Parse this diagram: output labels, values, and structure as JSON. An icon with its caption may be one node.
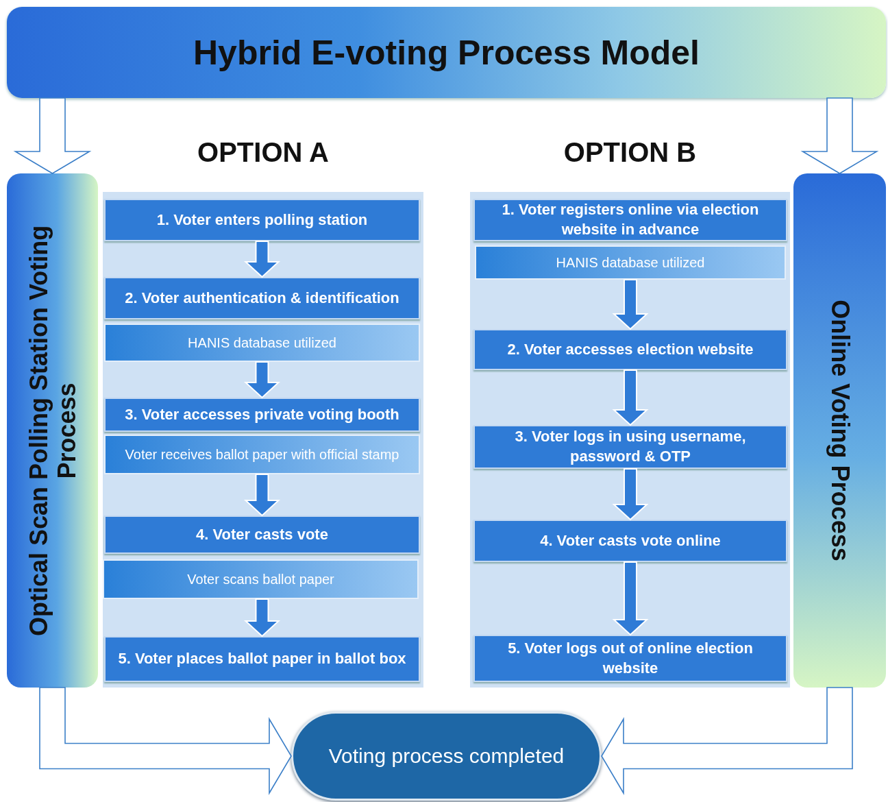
{
  "diagram": {
    "nodes": [
      {
        "text": [
          "Hybrid E-voting Process Model"
        ]
      },
      {
        "text": [
          "Optical Scan Polling Station Voting Process"
        ]
      },
      {
        "text": [
          "Online Voting Process"
        ]
      },
      {
        "text": [
          "OPTION A"
        ]
      },
      {
        "text": [
          "1. Voter enters polling station"
        ],
        "in": 3
      },
      {
        "text": [
          "2. Voter authentication & identification"
        ],
        "in": 3
      },
      {
        "text": [
          "HANIS database utilized"
        ],
        "in": 3
      },
      {
        "text": [
          "3. Voter accesses private voting booth"
        ],
        "in": 3
      },
      {
        "text": [
          "Voter receives ballot paper with official stamp"
        ],
        "in": 3
      },
      {
        "text": [
          "4. Voter casts vote"
        ],
        "in": 3
      },
      {
        "text": [
          "Voter scans ballot paper"
        ],
        "in": 3
      },
      {
        "text": [
          "5. Voter places ballot paper in ballot box"
        ],
        "in": 3
      },
      {
        "text": [
          "OPTION B"
        ]
      },
      {
        "text": [
          "1. Voter registers online via election website in advance"
        ],
        "in": 12
      },
      {
        "text": [
          "HANIS database utilized"
        ],
        "in": 12
      },
      {
        "text": [
          "2. Voter accesses election website"
        ],
        "in": 12
      },
      {
        "text": [
          "3. Voter logs in using username, password & OTP"
        ],
        "in": 12
      },
      {
        "text": [
          "4. Voter casts vote online"
        ],
        "in": 12
      },
      {
        "text": [
          "5. Voter logs out of online election website"
        ],
        "in": 12
      },
      {
        "text": [
          "Voting process completed"
        ]
      }
    ],
    "edges": [
      {
        "from": 0,
        "to": 1,
        "arrow": "to"
      },
      {
        "from": 0,
        "to": 2,
        "arrow": "to"
      },
      {
        "from": 4,
        "to": 5,
        "arrow": "to"
      },
      {
        "from": 6,
        "to": 7,
        "arrow": "to"
      },
      {
        "from": 8,
        "to": 9,
        "arrow": "to"
      },
      {
        "from": 10,
        "to": 11,
        "arrow": "to"
      },
      {
        "from": 14,
        "to": 15,
        "arrow": "to"
      },
      {
        "from": 15,
        "to": 16,
        "arrow": "to"
      },
      {
        "from": 16,
        "to": 17,
        "arrow": "to"
      },
      {
        "from": 17,
        "to": 18,
        "arrow": "to"
      },
      {
        "from": 1,
        "to": 19,
        "arrow": "to"
      },
      {
        "from": 2,
        "to": 19,
        "arrow": "to"
      }
    ]
  }
}
